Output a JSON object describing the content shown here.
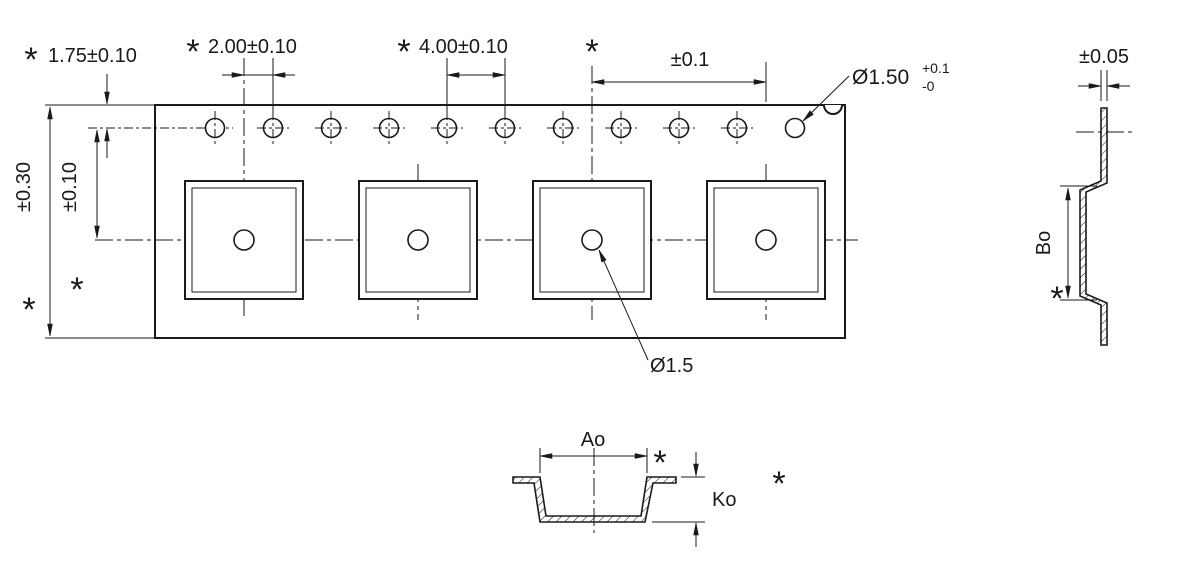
{
  "labels": {
    "edge_to_hole": "1.75±0.10",
    "pocket_to_hole": "2.00±0.10",
    "hole_pitch": "4.00±0.10",
    "pocket_pitch_tol": "±0.1",
    "sprocket_hole_dia": "Ø1.50",
    "sprocket_hole_tol_plus": "+0.1",
    "sprocket_hole_tol_minus": "-0",
    "tape_width_tol": "±0.30",
    "hole_to_pocket_center": "±0.10",
    "tape_thickness_tol": "±0.05",
    "pocket_depth_label": "Bo",
    "pocket_hole_dia": "Ø1.5",
    "pocket_width_label": "Ao",
    "pocket_inner_depth_label": "Ko"
  },
  "symbols": {
    "asterisk": "*"
  }
}
